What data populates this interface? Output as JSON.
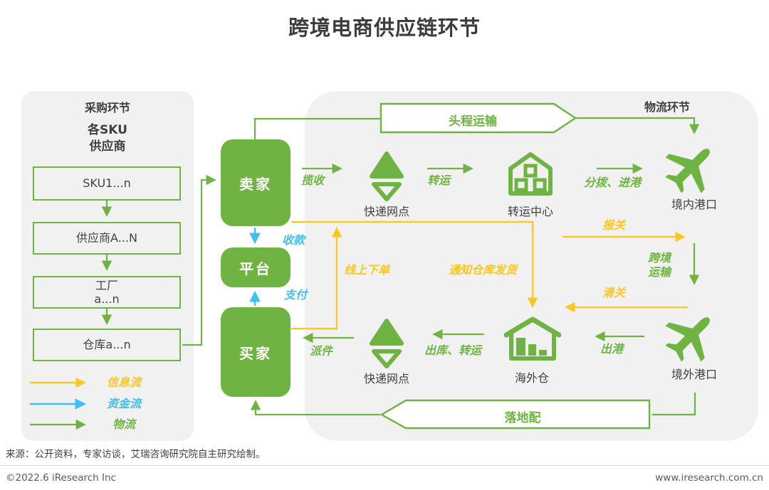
{
  "title": "跨境电商供应链环节",
  "colors": {
    "green": "#6fb442",
    "yellow": "#ffc61e",
    "blue": "#3ec1f2",
    "panel_gray": "#f1f1f2",
    "text_dark": "#3c3c3c"
  },
  "procurement": {
    "panel_title": "采购环节",
    "header": "各SKU\n供应商",
    "boxes": [
      {
        "label": "SKU1...n"
      },
      {
        "label": "供应商A...N"
      },
      {
        "label": "工厂\na...n"
      },
      {
        "label": "仓库a...n"
      }
    ]
  },
  "legend": {
    "items": [
      {
        "label": "信息流",
        "color": "#ffc61e",
        "meaning": "information-flow"
      },
      {
        "label": "资金流",
        "color": "#3ec1f2",
        "meaning": "capital-flow"
      },
      {
        "label": "物流",
        "color": "#6fb442",
        "meaning": "logistics-flow"
      }
    ]
  },
  "actors": {
    "seller": "卖家",
    "platform": "平台",
    "buyer": "买家"
  },
  "logistics": {
    "panel_title": "物流环节",
    "banner_top": "头程运输",
    "banner_bottom": "落地配",
    "nodes": {
      "express_outlet_1": "快递网点",
      "transit_center": "转运中心",
      "domestic_port": "境内港口",
      "express_outlet_2": "快递网点",
      "overseas_warehouse": "海外仓",
      "overseas_port": "境外港口"
    }
  },
  "flows": {
    "lanshou": "揽收",
    "zhuanyun": "转运",
    "fenbo_jingang": "分拨、进港",
    "baoguan": "报关",
    "kuajing_yunshu": "跨境\n运输",
    "qingguan": "清关",
    "chugang": "出港",
    "chuku_zhuanyun": "出库、转运",
    "paijian": "派件",
    "shoukuan": "收款",
    "zhifu": "支付",
    "xianshang_xiadan": "线上下单",
    "tongzhi_fahuo": "通知仓库发货"
  },
  "source": "来源：公开资料，专家访谈，艾瑞咨询研究院自主研究绘制。",
  "footer": {
    "left": "©2022.6 iResearch Inc",
    "right": "www.iresearch.com.cn"
  }
}
